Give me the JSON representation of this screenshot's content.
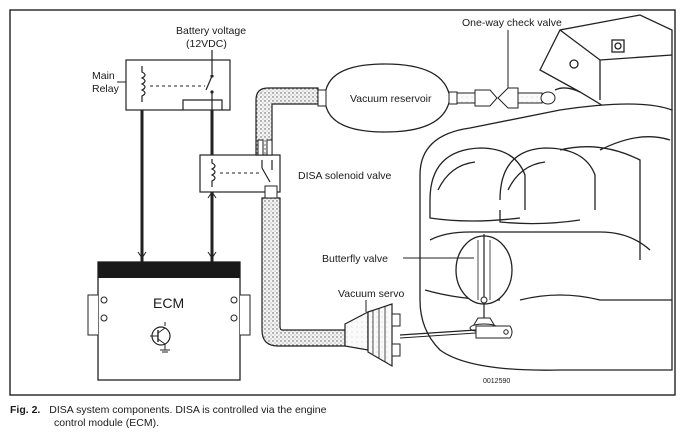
{
  "labels": {
    "battery_voltage_line1": "Battery voltage",
    "battery_voltage_line2": "(12VDC)",
    "main_relay_line1": "Main",
    "main_relay_line2": "Relay",
    "one_way_check_valve": "One-way check valve",
    "vacuum_reservoir": "Vacuum reservoir",
    "disa_solenoid_valve": "DISA solenoid valve",
    "ecm": "ECM",
    "butterfly_valve": "Butterfly valve",
    "vacuum_servo": "Vacuum servo",
    "part_number": "0012590"
  },
  "caption": {
    "figure_number": "Fig. 2.",
    "text_line1": "DISA system components. DISA is controlled via the engine",
    "text_line2": "control module (ECM)."
  }
}
